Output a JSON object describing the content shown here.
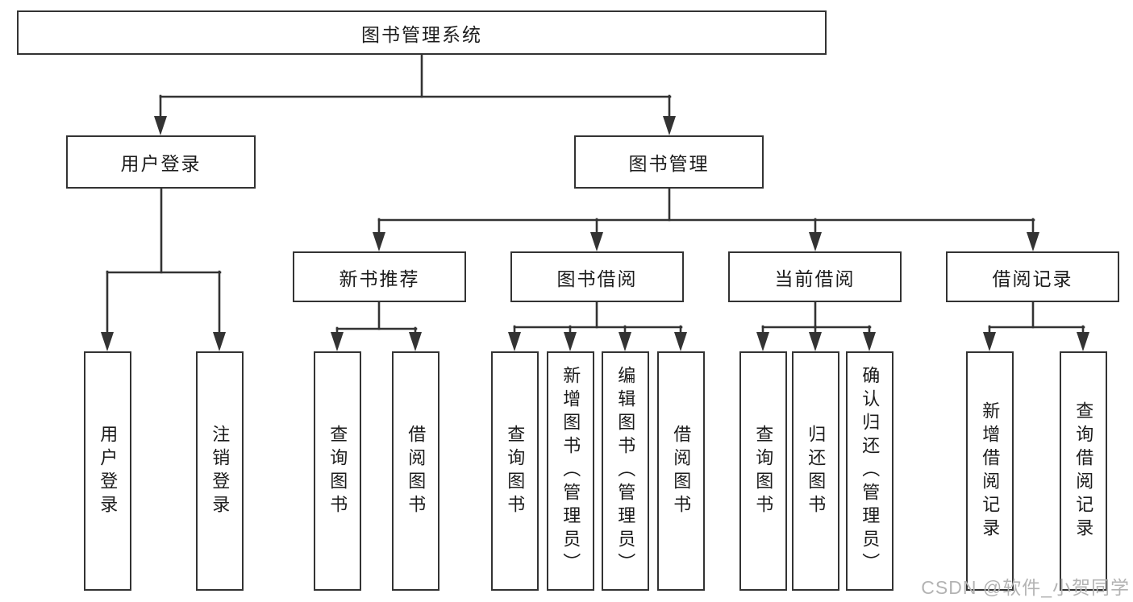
{
  "tree": {
    "root_label": "图书管理系统",
    "level2": [
      {
        "label": "用户登录",
        "children": [
          {
            "label": "用户登录"
          },
          {
            "label": "注销登录"
          }
        ]
      },
      {
        "label": "图书管理",
        "children": [
          {
            "label": "新书推荐",
            "children": [
              {
                "label": "查询图书"
              },
              {
                "label": "借阅图书"
              }
            ]
          },
          {
            "label": "图书借阅",
            "children": [
              {
                "label": "查询图书"
              },
              {
                "label": "新增图书（管理员）"
              },
              {
                "label": "编辑图书（管理员）"
              },
              {
                "label": "借阅图书"
              }
            ]
          },
          {
            "label": "当前借阅",
            "children": [
              {
                "label": "查询图书"
              },
              {
                "label": "归还图书"
              },
              {
                "label": "确认归还（管理员）"
              }
            ]
          },
          {
            "label": "借阅记录",
            "children": [
              {
                "label": "新增借阅记录"
              },
              {
                "label": "查询借阅记录"
              }
            ]
          }
        ]
      }
    ]
  },
  "watermark": {
    "text": "CSDN @软件_小贺同学"
  },
  "colors": {
    "background": "#ffffff",
    "line": "#333333",
    "box_border": "#333333",
    "box_fill": "#ffffff",
    "text": "#1c1c1c",
    "watermark": "#b3b3b3"
  }
}
